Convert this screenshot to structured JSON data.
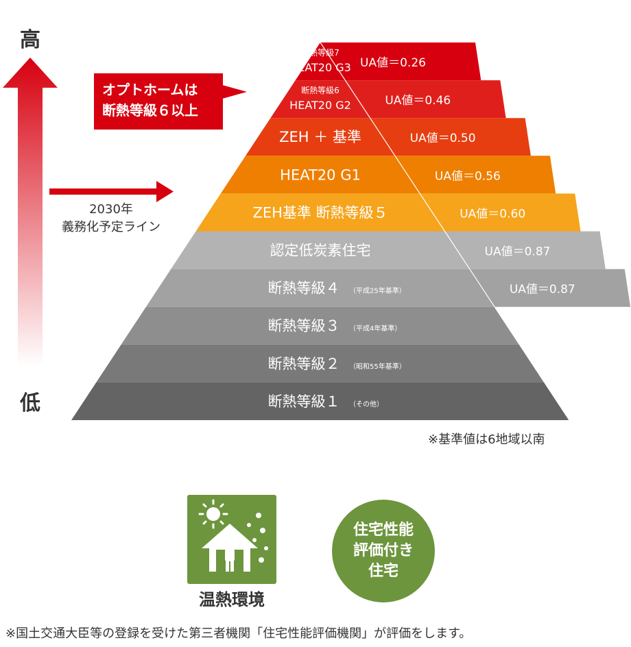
{
  "axis": {
    "high": "高",
    "low": "低"
  },
  "callout": {
    "line1": "オプトホームは",
    "line2": "断熱等級６以上"
  },
  "mandate_line": {
    "line1": "2030年",
    "line2": "義務化予定ライン"
  },
  "levels": [
    {
      "title_small": "断熱等級7",
      "title": "HEAT20 G3",
      "sub": "",
      "ua": "UA値＝0.26",
      "fill": "#d7000f",
      "text_color": "#ffffff"
    },
    {
      "title_small": "断熱等級6",
      "title": "HEAT20 G2",
      "sub": "",
      "ua": "UA値＝0.46",
      "fill": "#df1f1c",
      "text_color": "#ffffff"
    },
    {
      "title_small": "",
      "title": "ZEH ＋ 基準",
      "sub": "",
      "ua": "UA値＝0.50",
      "fill": "#e63e10",
      "text_color": "#ffffff"
    },
    {
      "title_small": "",
      "title": "HEAT20 G1",
      "sub": "",
      "ua": "UA値＝0.56",
      "fill": "#ef7f00",
      "text_color": "#ffffff"
    },
    {
      "title_small": "",
      "title": "ZEH基準 断熱等級５",
      "sub": "",
      "ua": "UA値＝0.60",
      "fill": "#f6a41c",
      "text_color": "#ffffff"
    },
    {
      "title_small": "",
      "title": "認定低炭素住宅",
      "sub": "",
      "ua": "UA値＝0.87",
      "fill": "#b3b3b3",
      "text_color": "#ffffff"
    },
    {
      "title_small": "",
      "title": "断熱等級４",
      "sub": "（平成25年基準）",
      "ua": "UA値＝0.87",
      "fill": "#a2a2a2",
      "text_color": "#ffffff"
    },
    {
      "title_small": "",
      "title": "断熱等級３",
      "sub": "（平成4年基準）",
      "ua": "",
      "fill": "#8e8e8e",
      "text_color": "#ffffff"
    },
    {
      "title_small": "",
      "title": "断熱等級２",
      "sub": "（昭和55年基準）",
      "ua": "",
      "fill": "#797979",
      "text_color": "#ffffff"
    },
    {
      "title_small": "",
      "title": "断熱等級１",
      "sub": "（その他）",
      "ua": "",
      "fill": "#646464",
      "text_color": "#ffffff"
    }
  ],
  "note_standard": "※基準値は6地域以南",
  "badge_env": {
    "caption": "温熱環境"
  },
  "badge_eval": {
    "line1": "住宅性能",
    "line2": "評価付き",
    "line3": "住宅"
  },
  "footnote": "※国土交通大臣等の登録を受けた第三者機関「住宅性能評価機関」が評価をします。",
  "colors": {
    "accent_red": "#d7000f",
    "badge_green": "#6d953d"
  }
}
